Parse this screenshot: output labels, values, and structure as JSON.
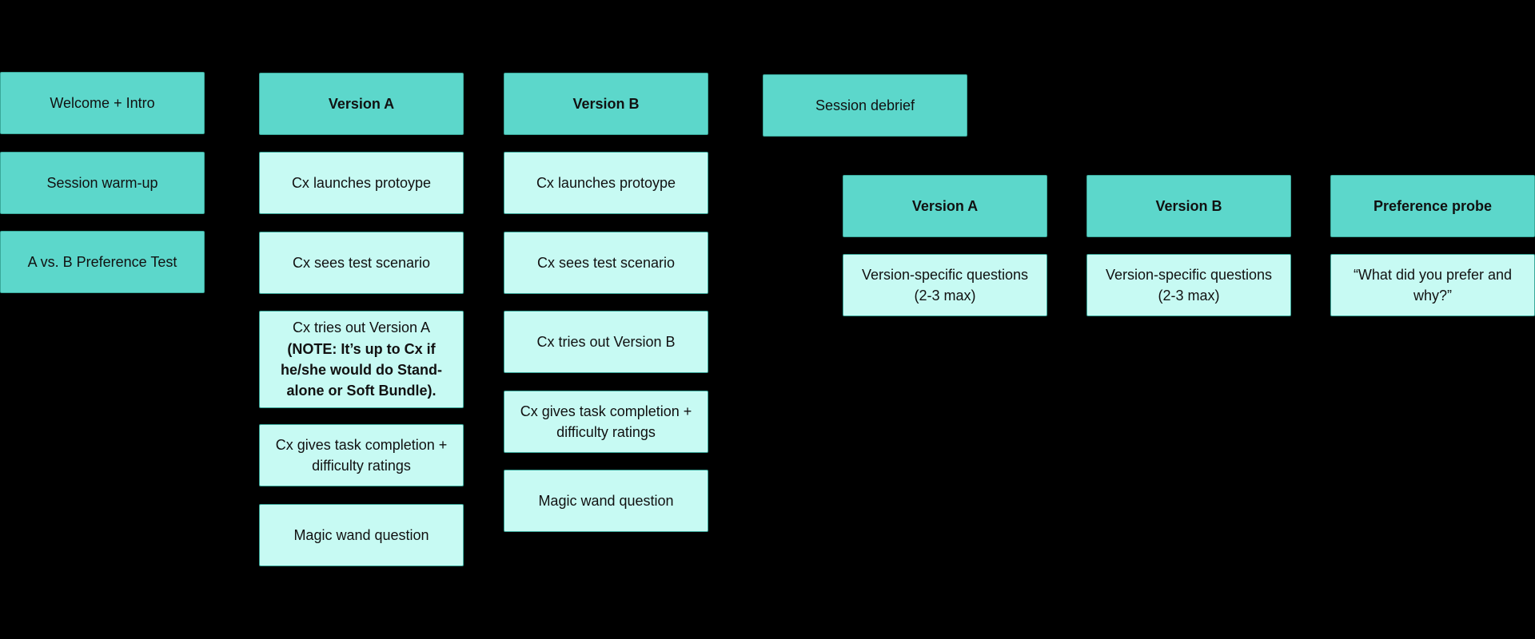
{
  "colors": {
    "background": "#000000",
    "header_fill": "#5cd7cb",
    "step_fill": "#c7faf3",
    "border": "#3aa89a"
  },
  "agenda": {
    "items": [
      {
        "label": "Welcome + Intro"
      },
      {
        "label": "Session warm-up"
      },
      {
        "label": "A vs. B Preference Test"
      }
    ]
  },
  "version_a": {
    "title": "Version A",
    "steps": [
      {
        "label": "Cx launches protoype"
      },
      {
        "label": "Cx sees test scenario"
      },
      {
        "label": "Cx tries out Version A",
        "note": "(NOTE: It’s up to Cx if he/she would do Stand-alone or Soft Bundle)."
      },
      {
        "label": "Cx gives task completion + difficulty ratings"
      },
      {
        "label": "Magic wand question"
      }
    ]
  },
  "version_b": {
    "title": "Version B",
    "steps": [
      {
        "label": "Cx launches protoype"
      },
      {
        "label": "Cx sees test scenario"
      },
      {
        "label": "Cx tries out Version B"
      },
      {
        "label": "Cx gives task completion + difficulty ratings"
      },
      {
        "label": "Magic wand question"
      }
    ]
  },
  "debrief": {
    "title": "Session debrief",
    "columns": [
      {
        "title": "Version A",
        "question": "Version-specific questions (2-3 max)"
      },
      {
        "title": "Version B",
        "question": "Version-specific questions (2-3 max)"
      },
      {
        "title": "Preference probe",
        "question": "“What did you prefer and why?”"
      }
    ]
  }
}
